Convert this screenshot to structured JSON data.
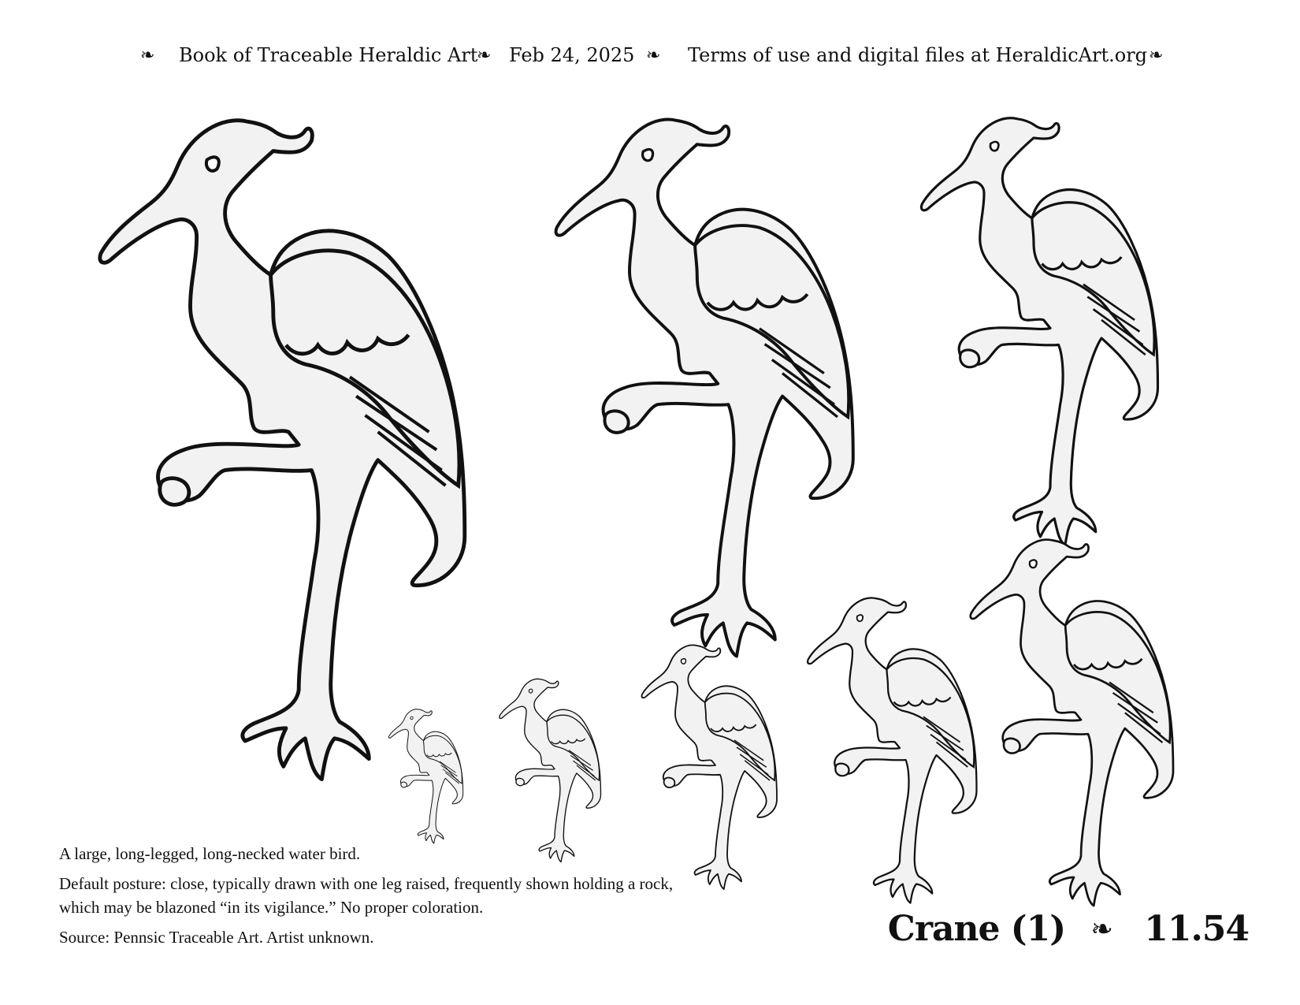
{
  "header": {
    "fleuron": "❧",
    "book_title": "Book of Traceable Heraldic Art",
    "date": "Feb 24, 2025",
    "terms": "Terms of use and digital files at HeraldicArt.org"
  },
  "figures": {
    "subject": "crane-icon",
    "fill_color": "#f2f2f2",
    "stroke_color": "#111111"
  },
  "caption": {
    "line1": "A large, long-legged, long-necked water bird.",
    "line2a": "Default posture: close, typically drawn with one leg raised, frequently shown holding a rock,",
    "line2b": "which may be blazoned “in its vigilance.” No proper coloration.",
    "line3": "Source: Pennsic Traceable Art. Artist unknown."
  },
  "plate": {
    "name": "Crane (1)",
    "fleuron": "❧",
    "number": "11.54"
  }
}
